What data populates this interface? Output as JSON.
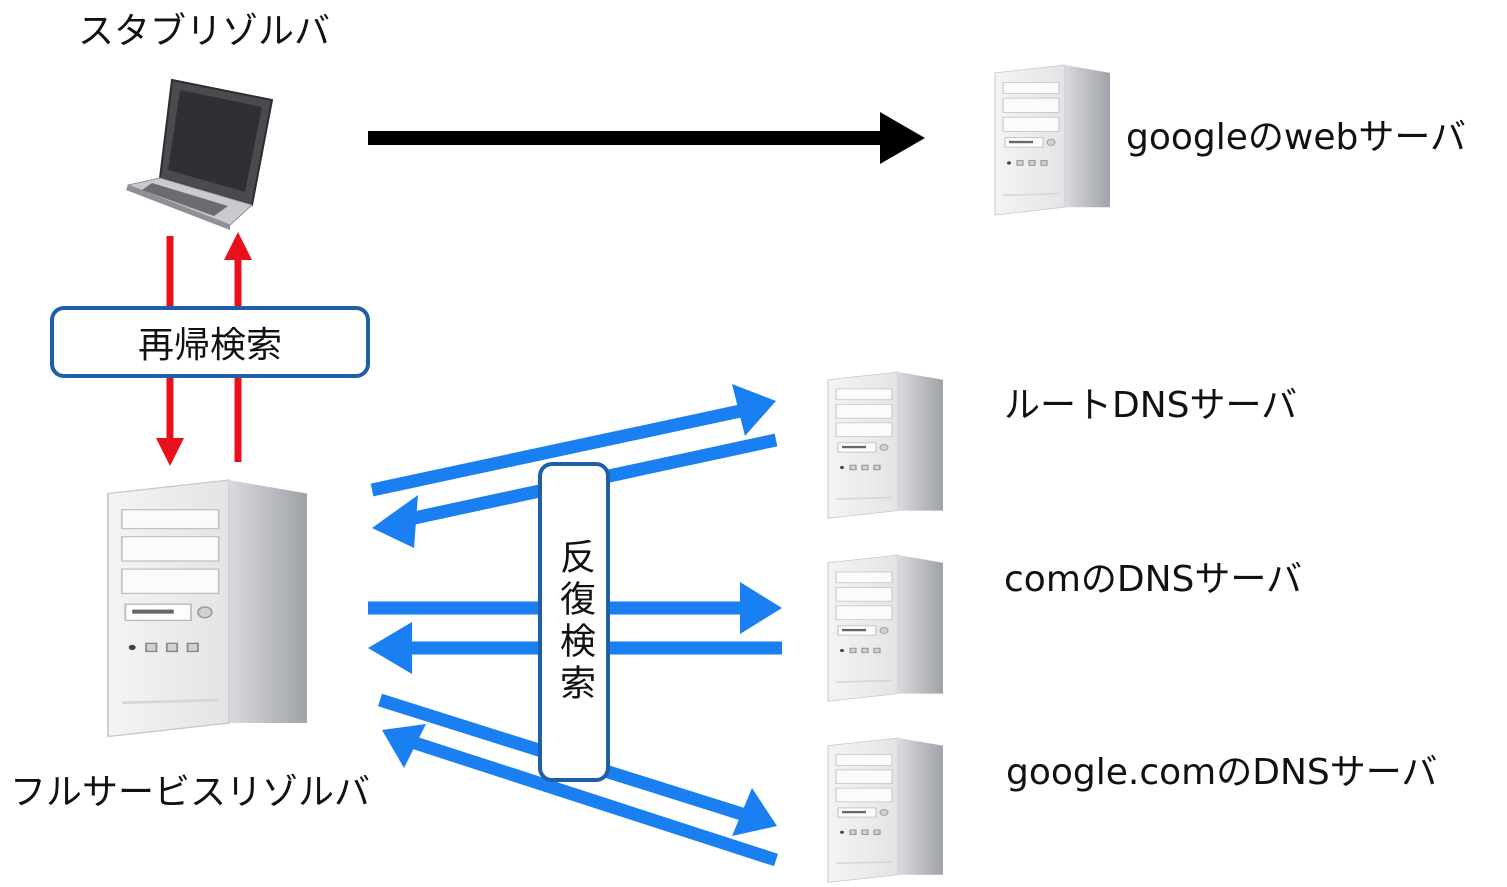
{
  "labels": {
    "stub_resolver": "スタブリゾルバ",
    "full_resolver": "フルサービスリゾルバ",
    "web_server": "googleのwebサーバ",
    "root_dns": "ルートDNSサーバ",
    "com_dns": "comのDNSサーバ",
    "google_dns": "google.comのDNSサーバ"
  },
  "tags": {
    "recursive": "再帰検索",
    "iterative": "反復検索"
  },
  "colors": {
    "recursive_arrow": "#e8101a",
    "iterative_arrow": "#1a7ff0",
    "direct_arrow": "#000000",
    "pill_border": "#1f5fa8"
  },
  "icons": {
    "stub": "laptop-icon",
    "servers": "server-tower-icon"
  }
}
